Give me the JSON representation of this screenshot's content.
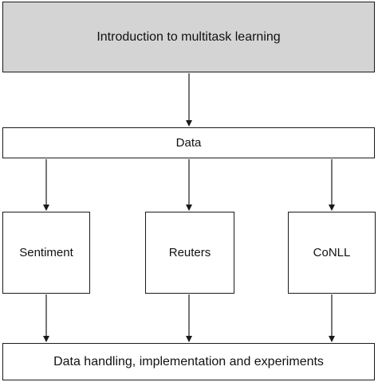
{
  "boxes": {
    "intro": "Introduction to multitask learning",
    "data": "Data",
    "sentiment": "Sentiment",
    "reuters": "Reuters",
    "conll": "CoNLL",
    "handling": "Data handling, implementation and experiments"
  },
  "colors": {
    "intro_fill": "#d4d4d4",
    "box_fill": "#ffffff",
    "stroke": "#1a1a1a"
  }
}
